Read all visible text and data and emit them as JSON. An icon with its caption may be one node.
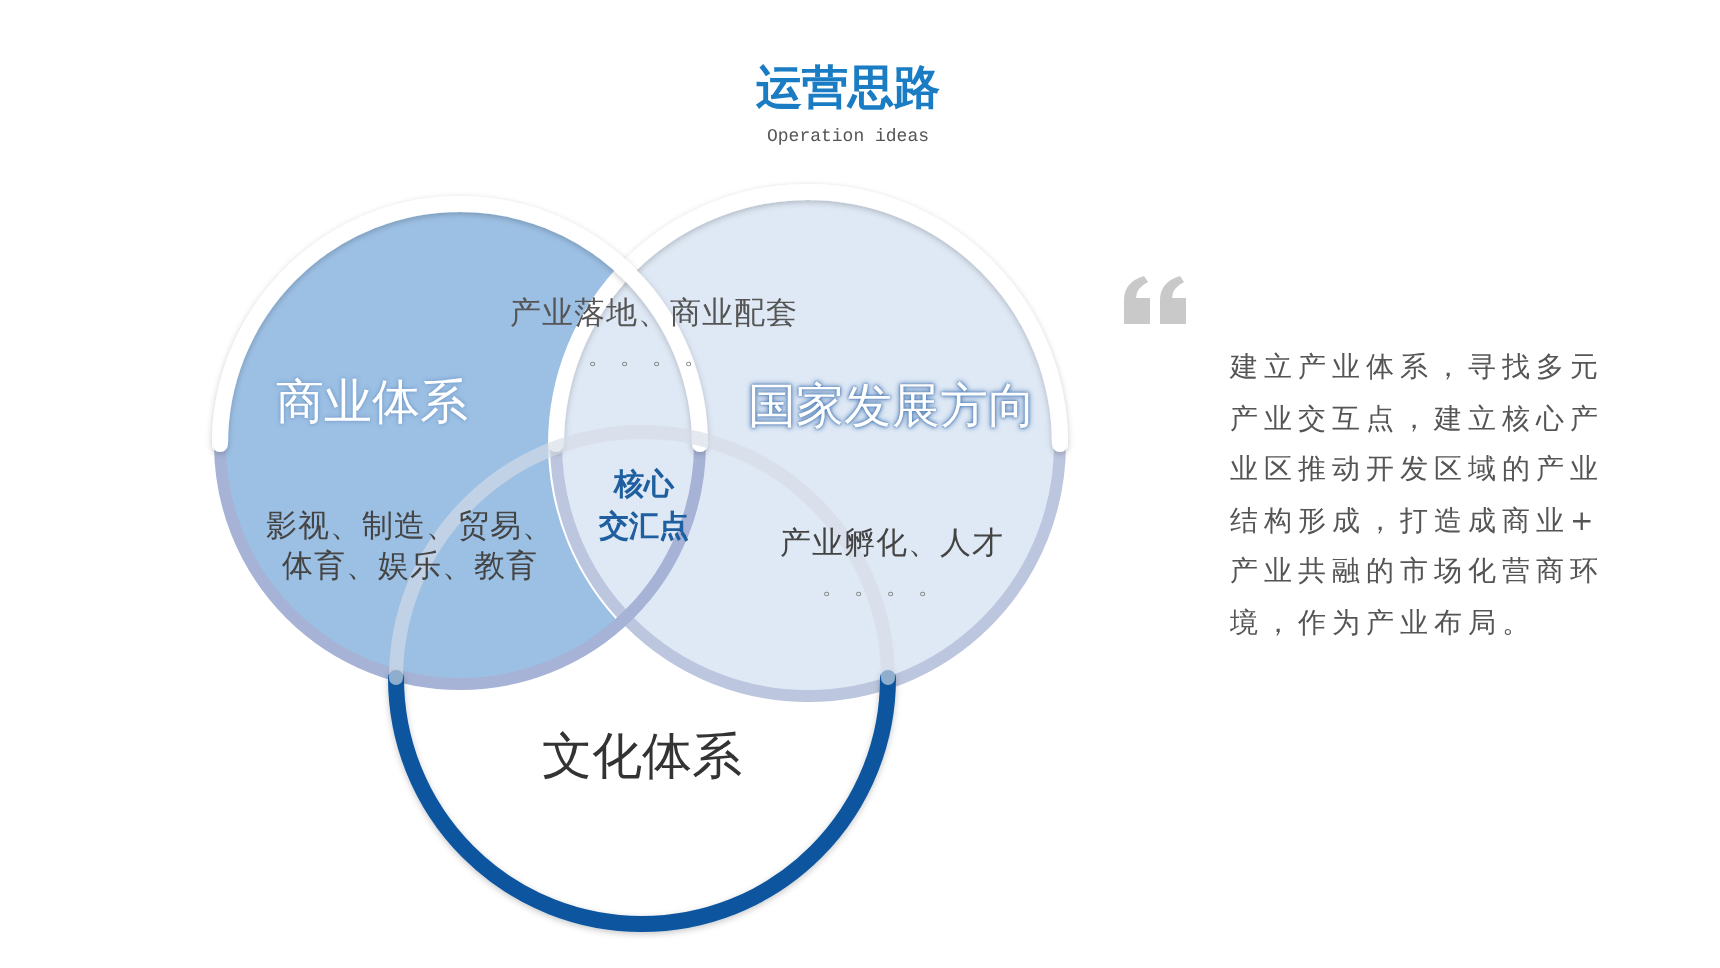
{
  "diagram": {
    "title": "运营思路",
    "nodes": [
      {
        "text": [
          "商业体系",
          "影视、制造、贸易、体育、娱乐、教育"
        ]
      },
      {
        "text": [
          "国家发展方向",
          "产业孵化、人才",
          "。。。。"
        ]
      },
      {
        "text": [
          "文化体系"
        ]
      }
    ],
    "labels": [
      "Operation ideas",
      "产业落地、商业配套",
      "。。。。",
      "核心交汇点",
      "建立产业体系，寻找多元产业交互点，建立核心产业区推动开发区域的产业结构形成，打造成商业+产业共融的市场化营商环境，作为产业布局。"
    ]
  }
}
